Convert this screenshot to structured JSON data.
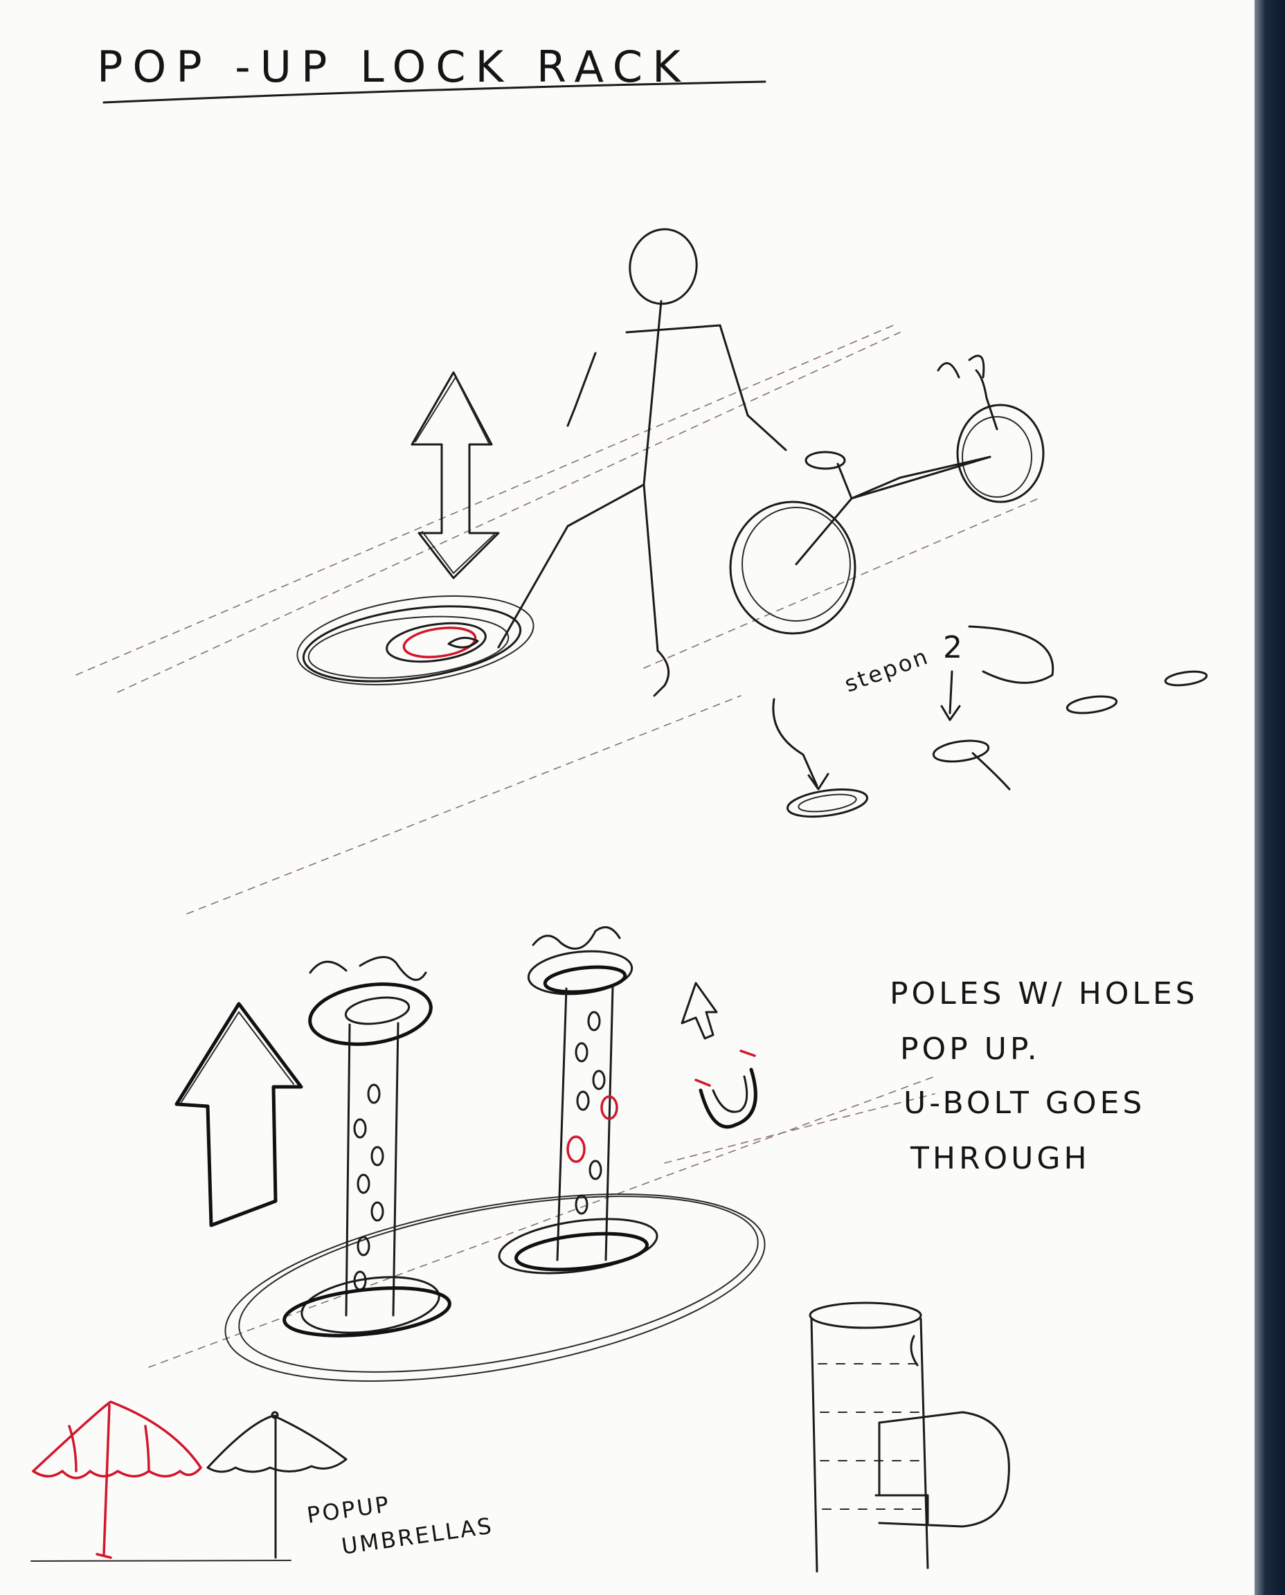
{
  "title": "POP -UP LOCK RACK",
  "stepon_label": "stepon",
  "stepon_numeral": "2",
  "note_lines": [
    "POLES W/ HOLES",
    "POP UP.",
    "U-BOLT GOES",
    "THROUGH"
  ],
  "umbrella_lines": [
    "POPUP",
    "UMBRELLAS"
  ],
  "colors": {
    "ink": "#1b1b1b",
    "accent_red": "#d2162b",
    "paper": "#fbfbf9"
  }
}
